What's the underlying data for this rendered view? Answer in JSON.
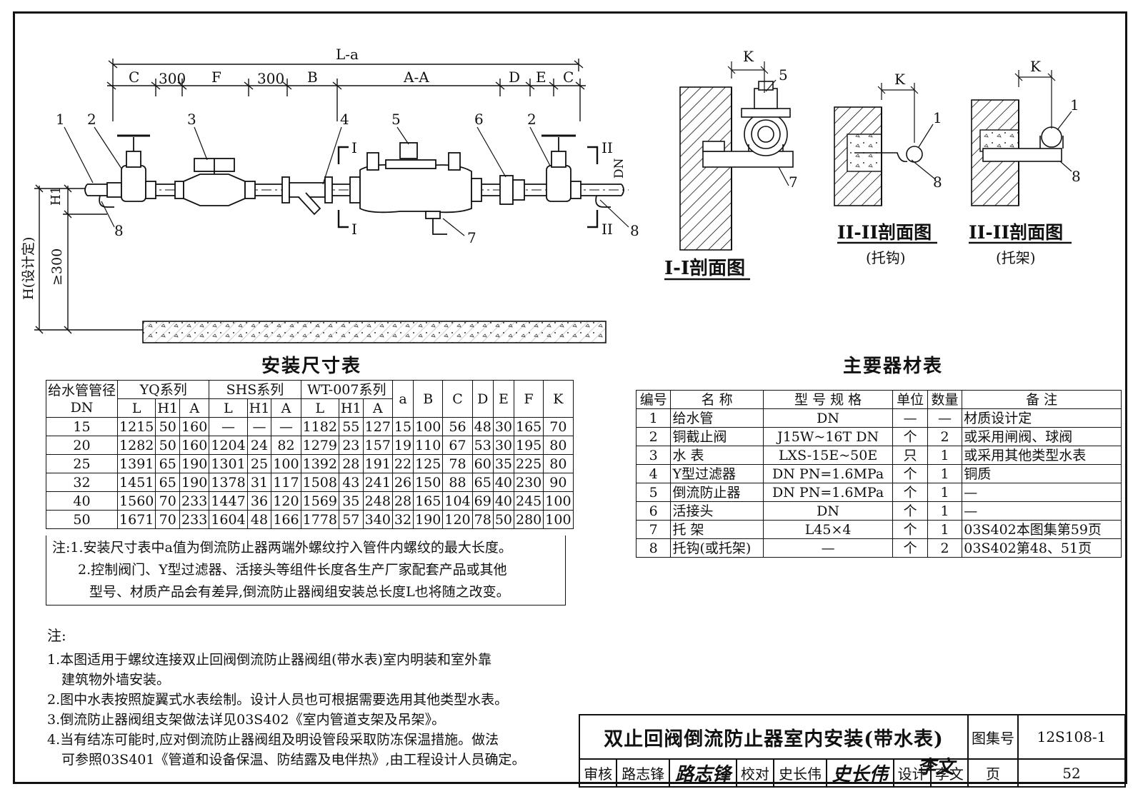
{
  "diagram": {
    "dims": {
      "L_a": "L-a",
      "C1": "C",
      "d300_1": "300",
      "F": "F",
      "d300_2": "300",
      "B": "B",
      "A_A": "A-A",
      "D": "D",
      "E": "E",
      "C2": "C",
      "H1": "H1",
      "H_design": "H(设计定)",
      "ge300": "≥300",
      "DN": "DN",
      "K": "K"
    },
    "markers": [
      "1",
      "2",
      "3",
      "4",
      "5",
      "6",
      "2",
      "8",
      "7",
      "8"
    ],
    "section_marks": {
      "I": "I",
      "II": "II"
    },
    "section_titles": {
      "s1": "I-I剖面图",
      "s2": "II-II剖面图",
      "s2_sub": "(托钩)",
      "s3": "II-II剖面图",
      "s3_sub": "(托架)"
    },
    "section_labels": [
      "5",
      "7",
      "1",
      "8",
      "1",
      "8"
    ]
  },
  "install_table": {
    "title": "安装尺寸表",
    "h_dn1": "给水管管径",
    "h_dn2": "DN",
    "groups": [
      "YQ系列",
      "SHS系列",
      "WT-007系列"
    ],
    "subheaders": [
      "L",
      "H1",
      "A",
      "L",
      "H1",
      "A",
      "L",
      "H1",
      "A"
    ],
    "extra_headers": [
      "a",
      "B",
      "C",
      "D",
      "E",
      "F",
      "K"
    ],
    "rows": [
      [
        "15",
        "1215",
        "50",
        "160",
        "—",
        "—",
        "—",
        "1182",
        "55",
        "127",
        "15",
        "100",
        "56",
        "48",
        "30",
        "165",
        "70"
      ],
      [
        "20",
        "1282",
        "50",
        "160",
        "1204",
        "24",
        "82",
        "1279",
        "23",
        "157",
        "19",
        "110",
        "67",
        "53",
        "30",
        "195",
        "80"
      ],
      [
        "25",
        "1391",
        "65",
        "190",
        "1301",
        "25",
        "100",
        "1392",
        "28",
        "191",
        "22",
        "125",
        "78",
        "60",
        "35",
        "225",
        "80"
      ],
      [
        "32",
        "1451",
        "65",
        "190",
        "1378",
        "31",
        "117",
        "1508",
        "43",
        "241",
        "26",
        "150",
        "88",
        "65",
        "40",
        "230",
        "90"
      ],
      [
        "40",
        "1560",
        "70",
        "233",
        "1447",
        "36",
        "120",
        "1569",
        "35",
        "248",
        "28",
        "165",
        "104",
        "69",
        "40",
        "245",
        "100"
      ],
      [
        "50",
        "1671",
        "70",
        "233",
        "1604",
        "48",
        "166",
        "1778",
        "57",
        "340",
        "32",
        "190",
        "120",
        "78",
        "50",
        "280",
        "100"
      ]
    ],
    "notes": [
      "注:1.安装尺寸表中a值为倒流防止器两端外螺纹拧入管件内螺纹的最大长度。",
      "2.控制阀门、Y型过滤器、活接头等组件长度各生产厂家配套产品或其他",
      "型号、材质产品会有差异,倒流防止器阀组安装总长度L也将随之改变。"
    ]
  },
  "material_table": {
    "title": "主要器材表",
    "headers": [
      "编号",
      "名  称",
      "型 号 规 格",
      "单位",
      "数量",
      "备  注"
    ],
    "rows": [
      [
        "1",
        "给水管",
        "DN",
        "—",
        "—",
        "材质设计定"
      ],
      [
        "2",
        "铜截止阀",
        "J15W~16T  DN",
        "个",
        "2",
        "或采用闸阀、球阀"
      ],
      [
        "3",
        "水  表",
        "LXS-15E~50E",
        "只",
        "1",
        "或采用其他类型水表"
      ],
      [
        "4",
        "Y型过滤器",
        "DN  PN=1.6MPa",
        "个",
        "1",
        "铜质"
      ],
      [
        "5",
        "倒流防止器",
        "DN  PN=1.6MPa",
        "个",
        "1",
        "—"
      ],
      [
        "6",
        "活接头",
        "DN",
        "个",
        "1",
        "—"
      ],
      [
        "7",
        "托  架",
        "L45×4",
        "个",
        "1",
        "03S402本图集第59页"
      ],
      [
        "8",
        "托钩(或托架)",
        "—",
        "个",
        "2",
        "03S402第48、51页"
      ]
    ]
  },
  "general_notes": {
    "label": "注:",
    "lines": [
      "1.本图适用于螺纹连接双止回阀倒流防止器阀组(带水表)室内明装和室外靠",
      "建筑物外墙安装。",
      "2.图中水表按照旋翼式水表绘制。设计人员也可根据需要选用其他类型水表。",
      "3.倒流防止器阀组支架做法详见03S402《室内管道支架及吊架》。",
      "4.当有结冻可能时,应对倒流防止器阀组及明设管段采取防冻保温措施。做法",
      "可参照03S401《管道和设备保温、防结露及电伴热》,由工程设计人员确定。"
    ]
  },
  "title_block": {
    "title": "双止回阀倒流防止器室内安装(带水表)",
    "atlas_label": "图集号",
    "atlas_no": "12S108-1",
    "review_label": "审核",
    "reviewer": "路志锋",
    "reviewer_sig": "路志锋",
    "check_label": "校对",
    "checker": "史长伟",
    "checker_sig": "史长伟",
    "design_label": "设计",
    "designer": "李文",
    "designer_sig": "李文",
    "page_label": "页",
    "page_no": "52"
  }
}
